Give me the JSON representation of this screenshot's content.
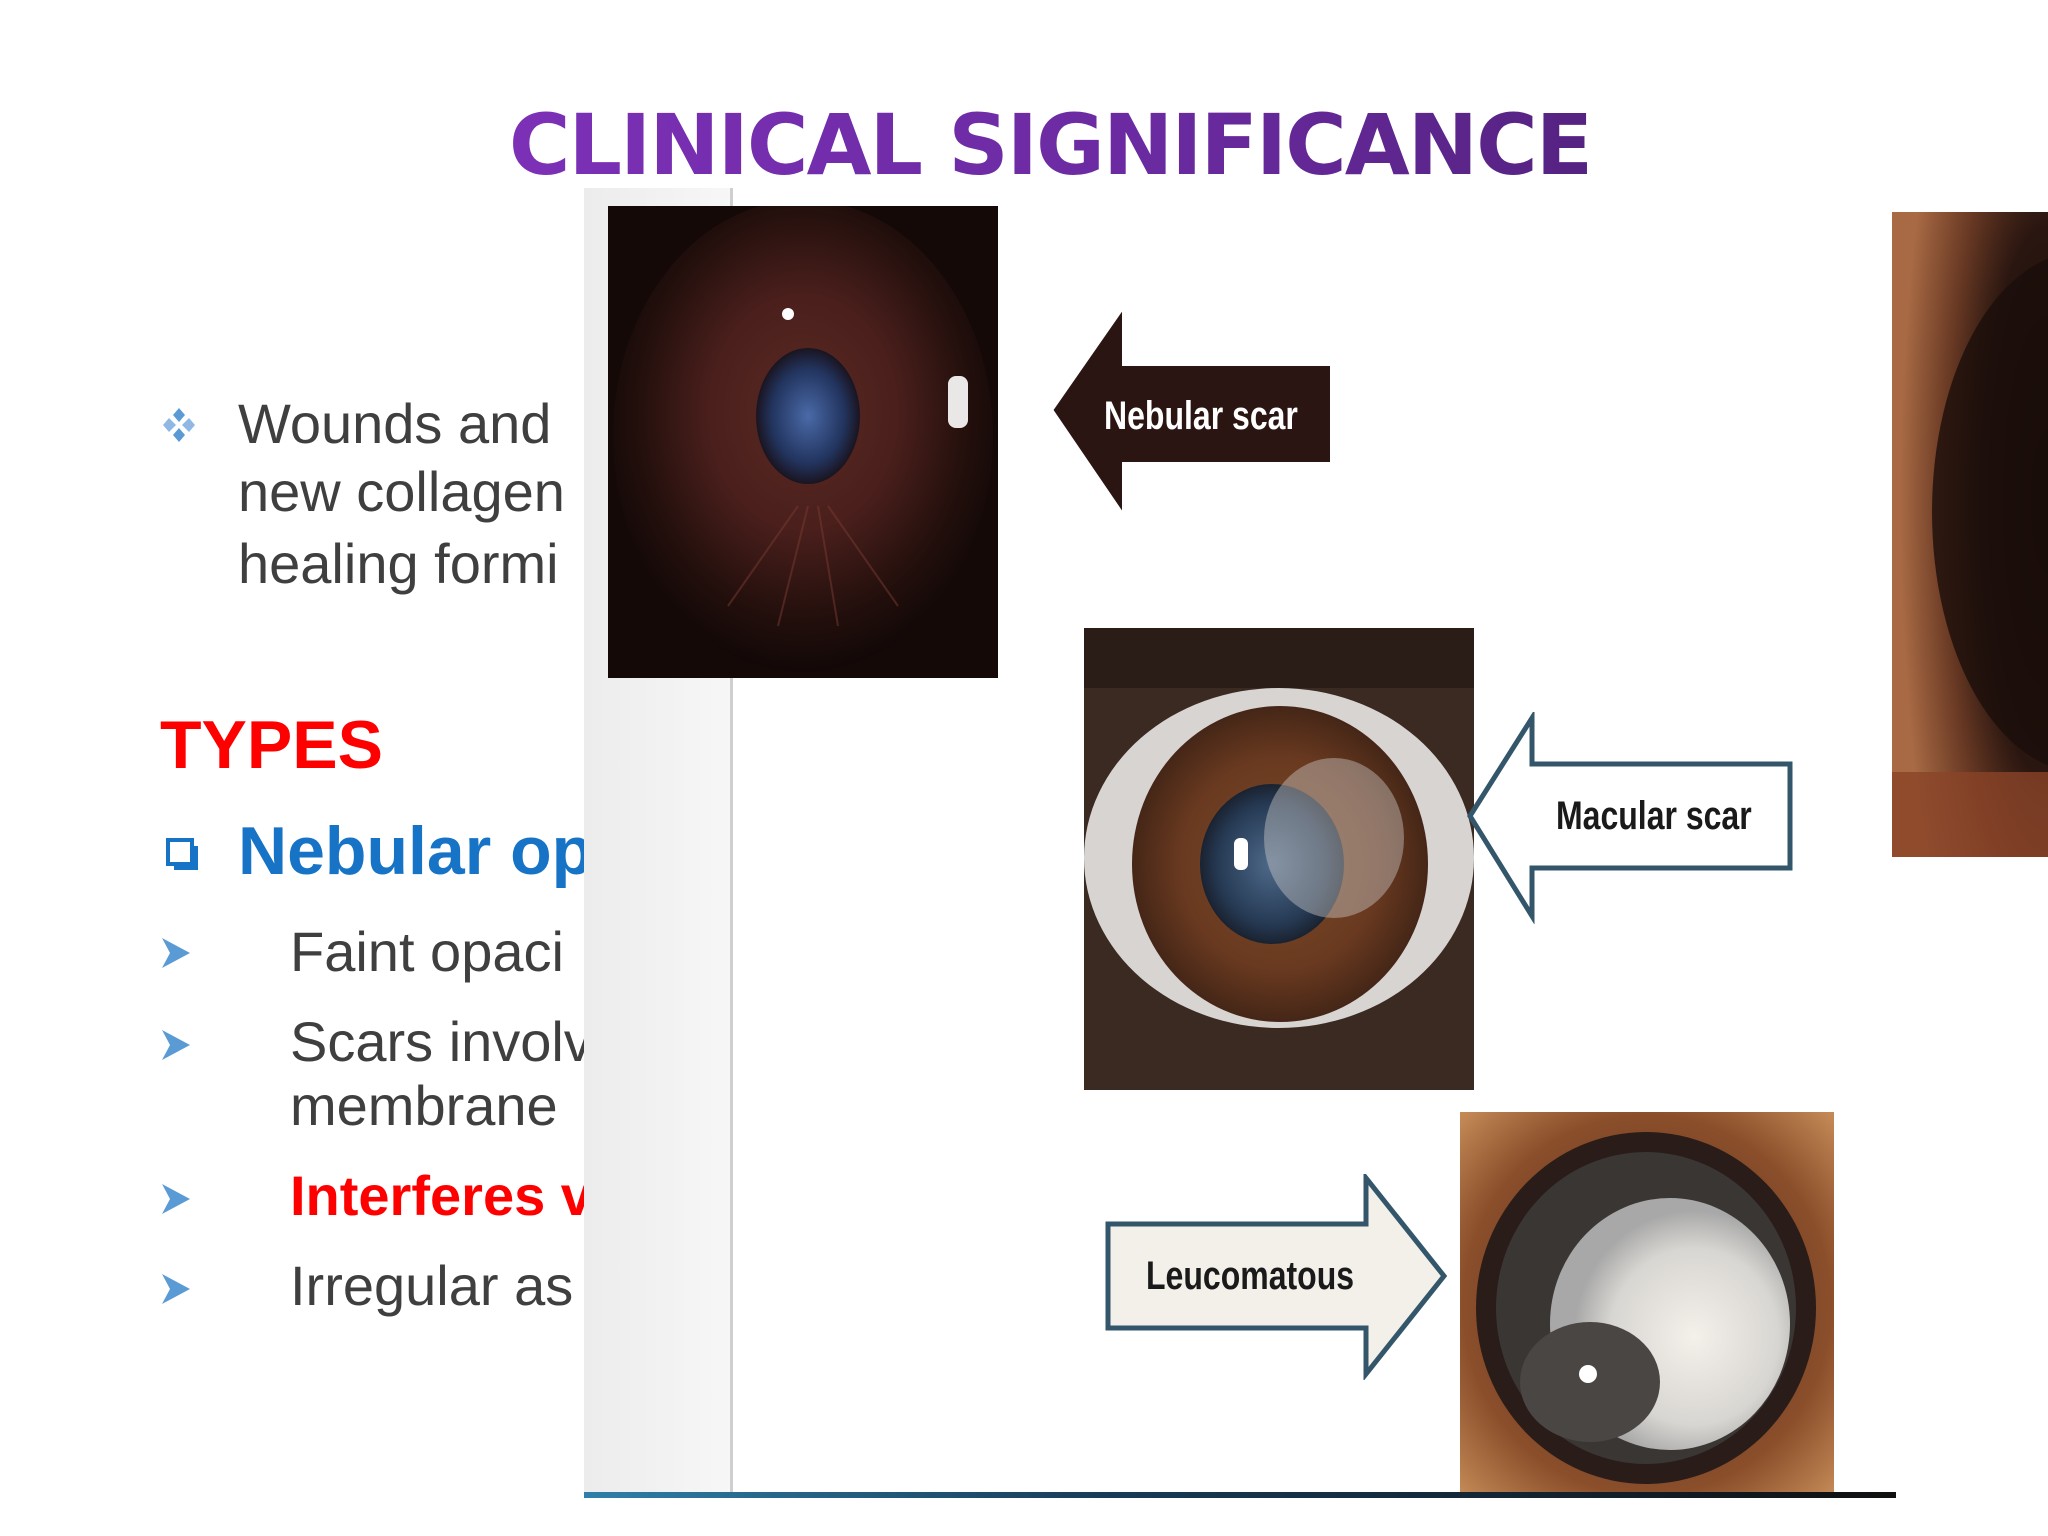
{
  "slide": {
    "title": "CLINICAL SIGNIFICANCE",
    "paragraph_lines": [
      "Wounds and",
      "new collagen",
      "healing formi"
    ],
    "types_heading": "TYPES",
    "subheading": "Nebular op",
    "items": [
      {
        "lines": [
          "Faint opaci"
        ]
      },
      {
        "lines": [
          "Scars involv",
          "membrane"
        ]
      },
      {
        "lines": [
          "Interferes v"
        ],
        "emphasis": true
      },
      {
        "lines": [
          "Irregular as"
        ]
      }
    ]
  },
  "figure": {
    "labels": {
      "nebular": "Nebular scar",
      "macular": "Macular scar",
      "leucomatous": "Leucomatous"
    }
  },
  "colors": {
    "title_gradient": [
      "#8a35c9",
      "#3c1a5e"
    ],
    "types": "#ff0000",
    "subheading": "#1673c5",
    "bullet": "#5b9bd5",
    "body_text": "#3f3f3f"
  },
  "icons": {
    "paragraph_bullet": "four-diamond-icon",
    "subheading_bullet": "hollow-square-icon",
    "item_bullet": "arrowhead-icon"
  }
}
